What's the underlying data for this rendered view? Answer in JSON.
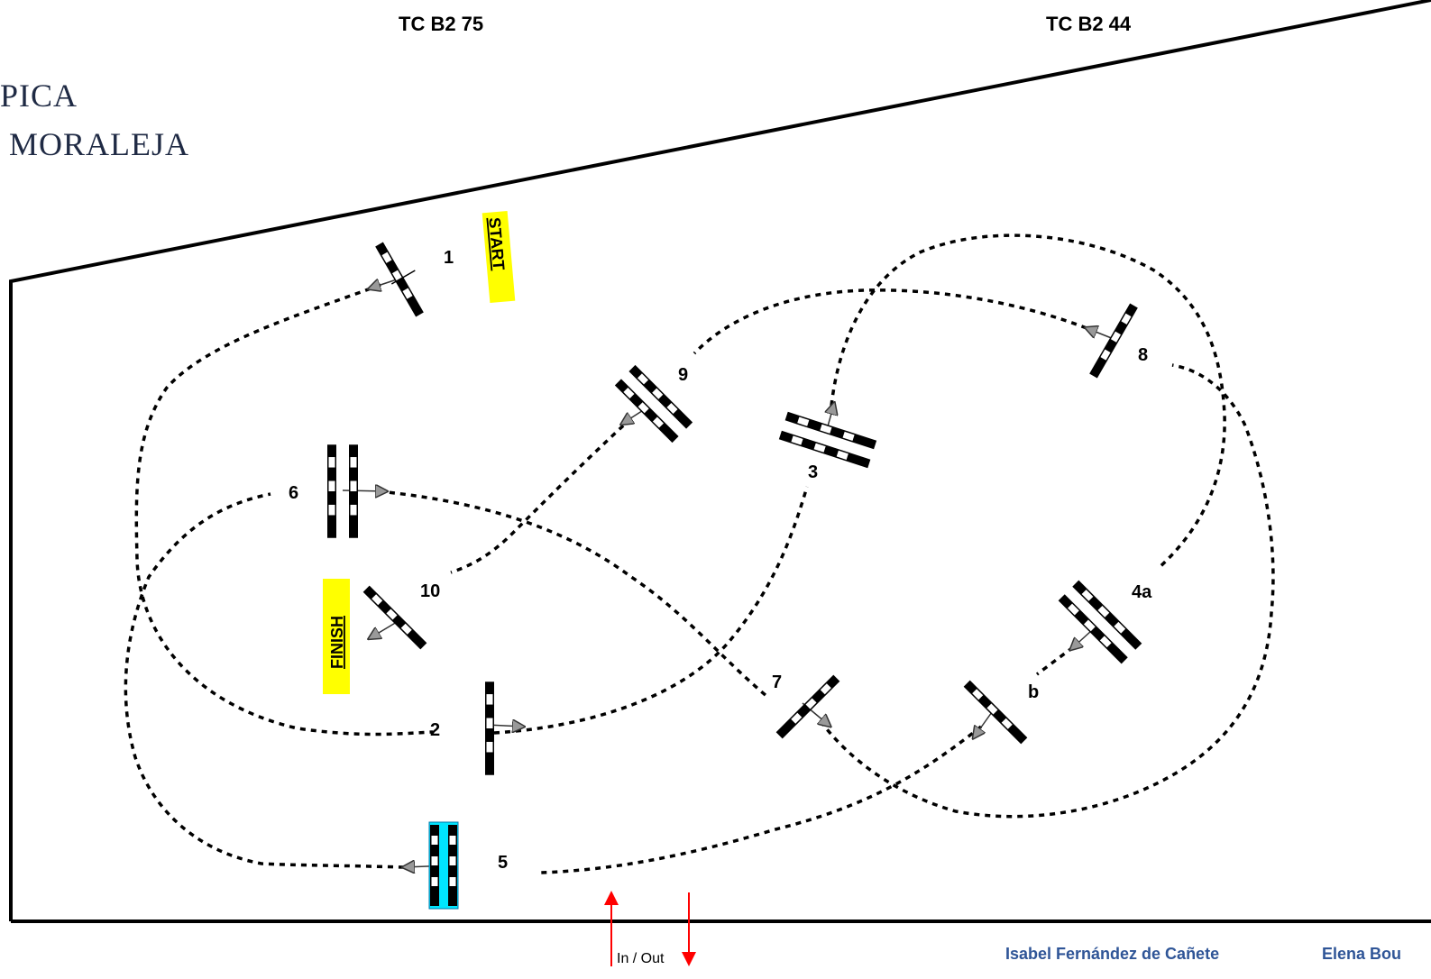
{
  "header": {
    "left": "TC B2 75",
    "right": "TC B2 44"
  },
  "logo": {
    "line1": "PICA",
    "line2": "MORALEJA"
  },
  "labels": {
    "start": "START",
    "finish": "FINISH",
    "in_out": "In / Out"
  },
  "obstacles": {
    "o1": "1",
    "o2": "2",
    "o3": "3",
    "o4a": "4a",
    "o4b": "b",
    "o5": "5",
    "o6": "6",
    "o7": "7",
    "o8": "8",
    "o9": "9",
    "o10": "10"
  },
  "credits": {
    "designer1": "Isabel Fernández de Cañete",
    "designer2": "Elena Bou"
  },
  "colors": {
    "arena": "#000000",
    "tag_bg": "#ffff00",
    "water": "#00e5ff",
    "in_out": "#ff0000",
    "credit": "#2f5597"
  }
}
